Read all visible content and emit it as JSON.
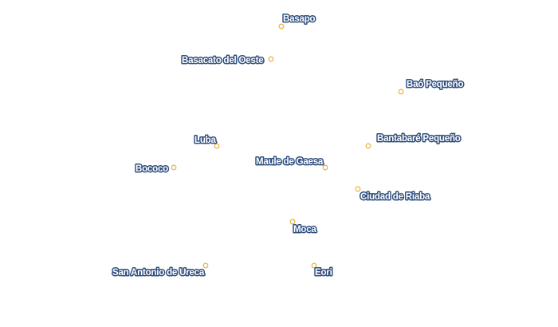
{
  "map": {
    "colors": {
      "background": "#ffffff",
      "marker": "#e8b94a",
      "label_text": "#ffffff",
      "label_halo": "#2f4f7f"
    },
    "places": [
      {
        "name": "Basapo"
      },
      {
        "name": "Basacato del Oeste"
      },
      {
        "name": "Baó Pequeño"
      },
      {
        "name": "Bantabaré Pequeño"
      },
      {
        "name": "Luba"
      },
      {
        "name": "Bococo"
      },
      {
        "name": "Maule de Gaesa"
      },
      {
        "name": "Ciudad de Riaba"
      },
      {
        "name": "Moca"
      },
      {
        "name": "San Antonio de Ureca"
      },
      {
        "name": "Eori"
      }
    ]
  }
}
